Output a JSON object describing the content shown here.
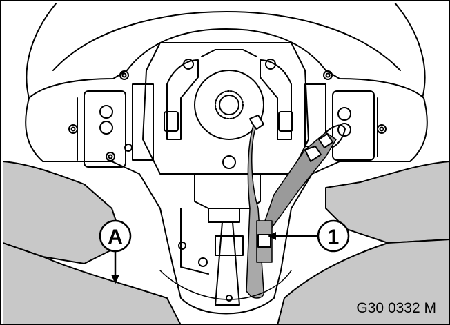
{
  "figure": {
    "code": "G30 0332 M",
    "callouts": {
      "view_marker": "A",
      "part_marker": "1"
    },
    "colors": {
      "line": "#000000",
      "background": "#ffffff",
      "rim_fill": "#c8c8c8",
      "wire_fill": "#a9a9a9",
      "module_fill": "#9a9a9a"
    }
  }
}
